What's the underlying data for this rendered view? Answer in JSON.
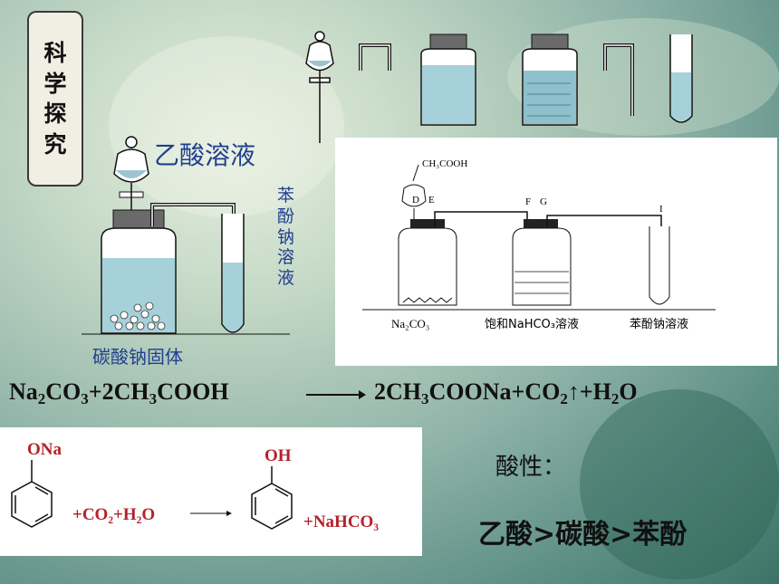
{
  "side_tag": [
    "科",
    "学",
    "探",
    "究"
  ],
  "labels": {
    "acetic_solution": "乙酸溶液",
    "phenoxide_solution": [
      "苯",
      "酚",
      "钠",
      "溶",
      "液"
    ],
    "sodium_carbonate_solid": "碳酸钠固体"
  },
  "diagram": {
    "top_reagent": "CH₃COOH",
    "letters": [
      "D",
      "E",
      "F",
      "G",
      "I"
    ],
    "bottom_labels": [
      "Na₂CO₃",
      "饱和NaHCO₃溶液",
      "苯酚钠溶液"
    ]
  },
  "equation": {
    "reactants": [
      "Na",
      "2",
      "CO",
      "3",
      "+2CH",
      "3",
      "COOH"
    ],
    "products": [
      "2CH",
      "3",
      "COONa+CO",
      "2",
      "↑+H",
      "2",
      "O"
    ]
  },
  "phenol_reaction": {
    "reactant_group": "ONa",
    "reagents": "+CO₂+H₂O",
    "product_group": "OH",
    "byproduct": "+NaHCO₃"
  },
  "conclusion": {
    "title": "酸性：",
    "order": "乙酸>碳酸>苯酚"
  }
}
